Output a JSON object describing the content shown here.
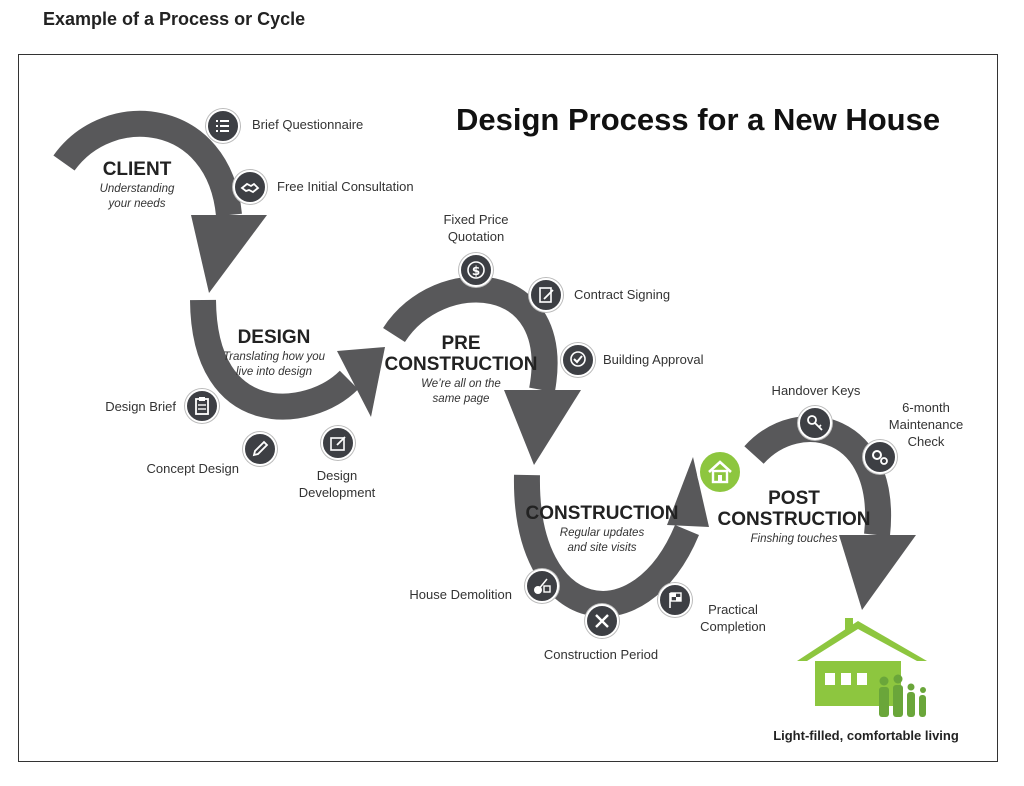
{
  "page_heading": "Example of a Process or Cycle",
  "diagram_title": "Design Process for a New House",
  "stages": {
    "client": {
      "name": "CLIENT",
      "sub1": "Understanding",
      "sub2": "your needs"
    },
    "design": {
      "name": "DESIGN",
      "sub1": "Translating how you",
      "sub2": "live into design"
    },
    "pre": {
      "name1": "PRE",
      "name2": "CONSTRUCTION",
      "sub1": "We’re all on the",
      "sub2": "same page"
    },
    "construction": {
      "name": "CONSTRUCTION",
      "sub1": "Regular updates",
      "sub2": "and site visits"
    },
    "post": {
      "name1": "POST",
      "name2": "CONSTRUCTION",
      "sub1": "Finshing touches"
    }
  },
  "steps": {
    "brief_questionnaire": "Brief Questionnaire",
    "free_initial_consultation": "Free Initial Consultation",
    "design_brief": "Design Brief",
    "concept_design": "Concept Design",
    "design_development_1": "Design",
    "design_development_2": "Development",
    "fixed_price_1": "Fixed Price",
    "fixed_price_2": "Quotation",
    "contract_signing": "Contract Signing",
    "building_approval": "Building Approval",
    "house_demolition": "House Demolition",
    "construction_period": "Construction Period",
    "practical_completion_1": "Practical",
    "practical_completion_2": "Completion",
    "handover_keys": "Handover Keys",
    "maintenance_1": "6-month",
    "maintenance_2": "Maintenance",
    "maintenance_3": "Check"
  },
  "final_outcome": "Light-filled, comfortable living",
  "colors": {
    "arrow": "#58585a",
    "icon": "#3d3f44",
    "accent_green": "#8dc63f"
  },
  "icons": [
    "checklist-icon",
    "handshake-icon",
    "clipboard-icon",
    "pencil-icon",
    "drawing-icon",
    "dollar-icon",
    "contract-icon",
    "approval-check-icon",
    "demolition-icon",
    "tools-icon",
    "checkered-flag-icon",
    "home-icon",
    "keys-icon",
    "gears-icon",
    "house-icon",
    "family-icon"
  ]
}
